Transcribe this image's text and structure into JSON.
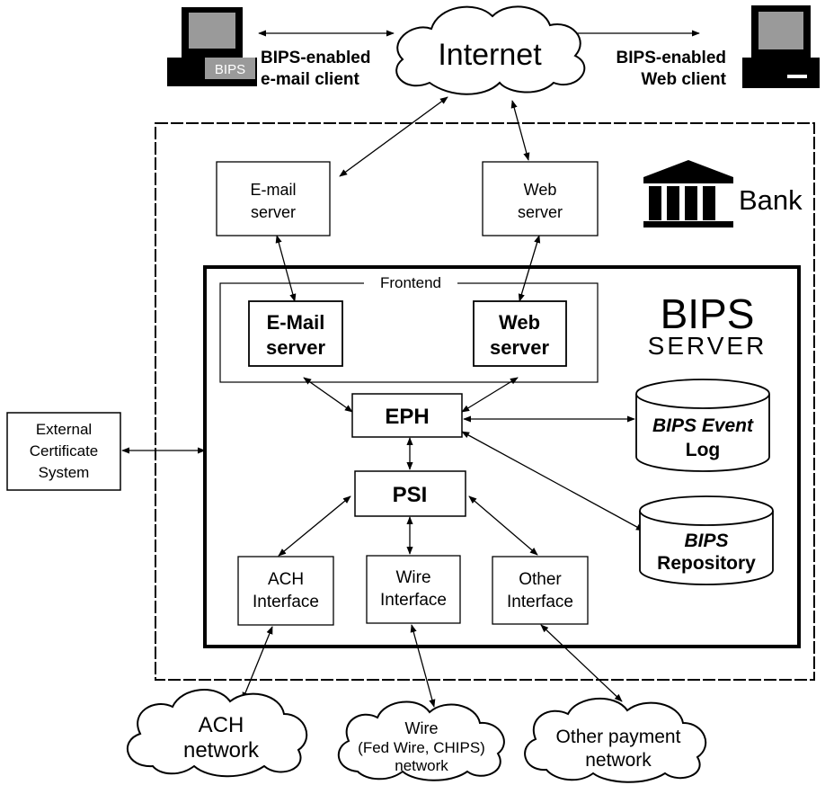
{
  "internet": "Internet",
  "email_client": {
    "badge": "BIPS",
    "line1": "BIPS-enabled",
    "line2": "e-mail client"
  },
  "web_client": {
    "line1": "BIPS-enabled",
    "line2": "Web client"
  },
  "bank": "Bank",
  "bank_email_server": {
    "line1": "E-mail",
    "line2": "server"
  },
  "bank_web_server": {
    "line1": "Web",
    "line2": "server"
  },
  "bips_server": {
    "line1": "BIPS",
    "line2": "SERVER"
  },
  "frontend": "Frontend",
  "fe_email_server": {
    "line1": "E-Mail",
    "line2": "server"
  },
  "fe_web_server": {
    "line1": "Web",
    "line2": "server"
  },
  "eph": "EPH",
  "psi": "PSI",
  "event_log": {
    "line1": "BIPS Event",
    "line2": "Log"
  },
  "repository": {
    "line1": "BIPS",
    "line2": "Repository"
  },
  "ext_cert": {
    "line1": "External",
    "line2": "Certificate",
    "line3": "System"
  },
  "ach_interface": {
    "line1": "ACH",
    "line2": "Interface"
  },
  "wire_interface": {
    "line1": "Wire",
    "line2": "Interface"
  },
  "other_interface": {
    "line1": "Other",
    "line2": "Interface"
  },
  "ach_network": {
    "line1": "ACH",
    "line2": "network"
  },
  "wire_network": {
    "line1": "Wire",
    "line2": "(Fed Wire, CHIPS)",
    "line3": "network"
  },
  "other_network": {
    "line1": "Other payment",
    "line2": "network"
  },
  "colors": {
    "ink": "#000000",
    "monitor_screen": "#9a9a9a",
    "background": "#ffffff"
  }
}
